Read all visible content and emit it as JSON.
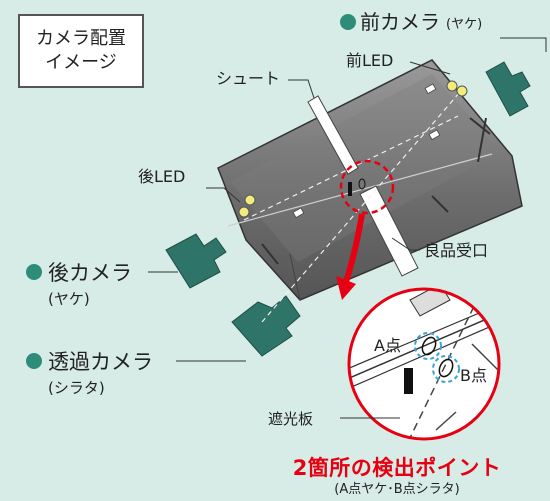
{
  "title_box": {
    "line1": "カメラ配置",
    "line2": "イメージ"
  },
  "labels": {
    "front_camera": "前カメラ",
    "front_camera_note": "(ヤケ)",
    "front_led": "前LED",
    "chute": "シュート",
    "rear_led": "後LED",
    "good_receiver": "良品受口",
    "rear_camera": "後カメラ",
    "rear_camera_note": "(ヤケ)",
    "transmission_camera": "透過カメラ",
    "transmission_camera_note": "(シラタ)",
    "point_a": "A点",
    "point_b": "B点",
    "shield_plate": "遮光板"
  },
  "headline": "2箇所の検出ポイント",
  "subline": "(A点ヤケ･B点シラタ)",
  "colors": {
    "background": "#d7ece6",
    "camera": "#2f7468",
    "bullet": "#2d8d78",
    "accent_red": "#e60012",
    "led": "#f2ec7a"
  }
}
